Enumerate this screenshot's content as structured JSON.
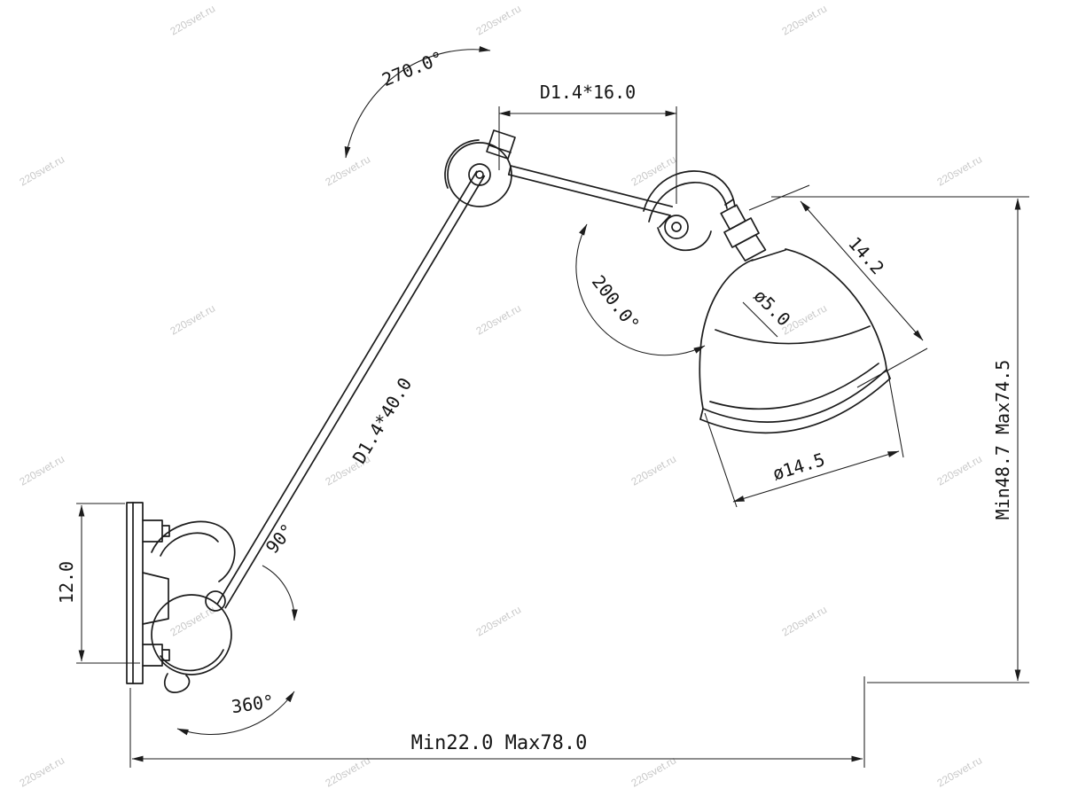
{
  "watermark": {
    "text": "220svet.ru"
  },
  "dimensions": {
    "upper_arm": "D1.4*16.0",
    "lower_arm": "D1.4*40.0",
    "shade_height": "14.2",
    "socket_diameter": "ø5.0",
    "shade_diameter": "ø14.5",
    "wall_plate": "12.0",
    "height_range": "Min48.7 Max74.5",
    "reach_range": "Min22.0 Max78.0"
  },
  "angles": {
    "elbow_rotation": "270.0°",
    "head_rotation": "200.0°",
    "arm_rotation": "90°",
    "base_rotation": "360°"
  },
  "colors": {
    "line": "#1c1c1c",
    "watermark": "#c9c9c9",
    "background": "#ffffff"
  }
}
